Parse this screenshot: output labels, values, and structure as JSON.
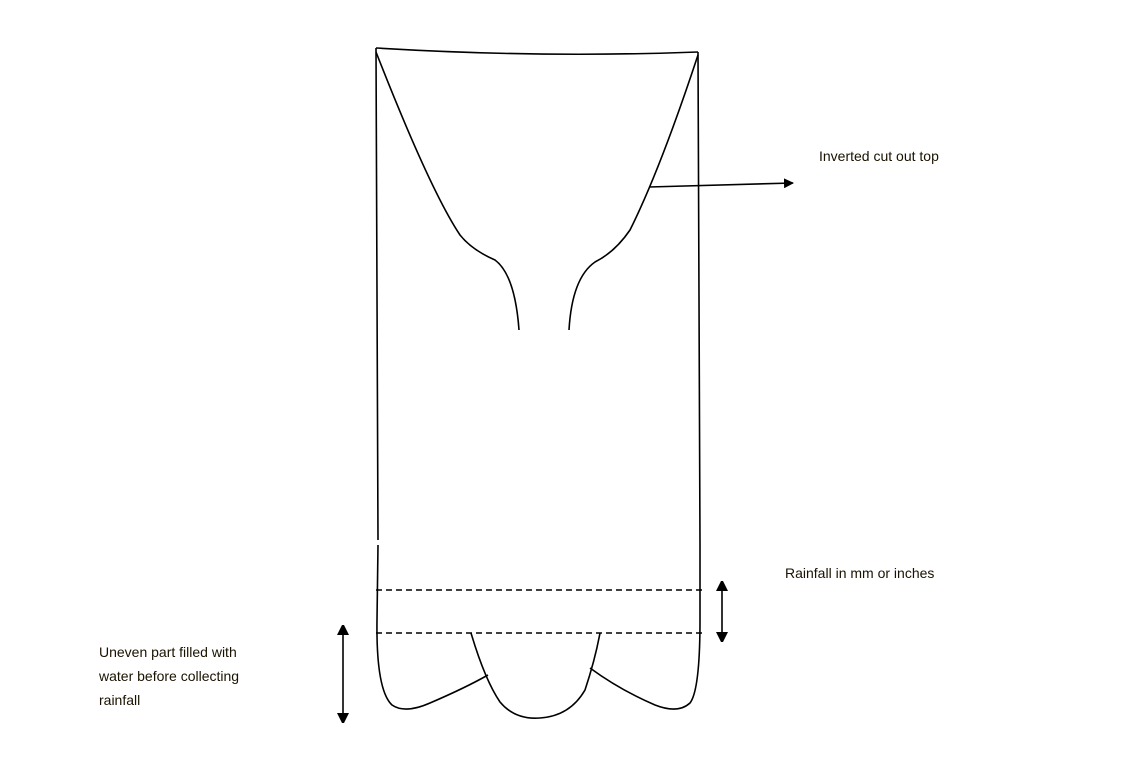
{
  "labels": {
    "inverted_top": "Inverted cut out top",
    "rainfall": "Rainfall in mm or inches",
    "uneven_line1": "Uneven part filled with",
    "uneven_line2": "water before collecting",
    "uneven_line3": "rainfall"
  },
  "colors": {
    "stroke": "#000000",
    "text": "#1a1200"
  }
}
